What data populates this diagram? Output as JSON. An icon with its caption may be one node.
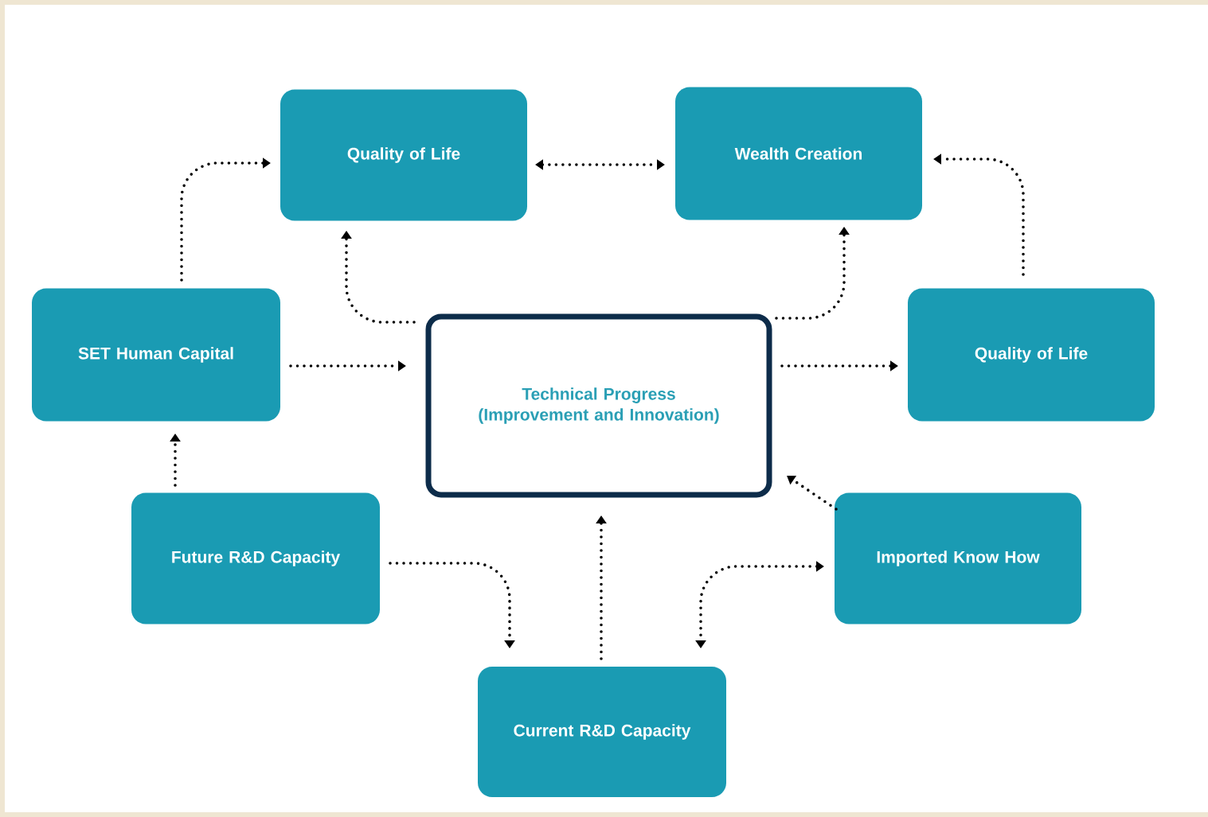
{
  "diagram": {
    "nodes": [
      {
        "text": [
          "Quality of Life"
        ]
      },
      {
        "text": [
          "Wealth Creation"
        ]
      },
      {
        "text": [
          "SET Human Capital"
        ]
      },
      {
        "text": [
          "Technical Progress (Improvement and Innovation)"
        ]
      },
      {
        "text": [
          "Quality of Life"
        ]
      },
      {
        "text": [
          "Future R&D Capacity"
        ]
      },
      {
        "text": [
          "Imported Know How"
        ]
      },
      {
        "text": [
          "Current R&D Capacity"
        ]
      }
    ],
    "edges": [
      {
        "from": 2,
        "to": 0,
        "arrow": "to"
      },
      {
        "from": 0,
        "to": 1,
        "arrow": "both"
      },
      {
        "from": 4,
        "to": 1,
        "arrow": "to"
      },
      {
        "from": 3,
        "to": 0,
        "arrow": "to"
      },
      {
        "from": 3,
        "to": 1,
        "arrow": "to"
      },
      {
        "from": 2,
        "to": 3,
        "arrow": "to"
      },
      {
        "from": 3,
        "to": 4,
        "arrow": "to"
      },
      {
        "from": 5,
        "to": 2,
        "arrow": "to"
      },
      {
        "from": 5,
        "to": 7,
        "arrow": "to"
      },
      {
        "from": 7,
        "to": 3,
        "arrow": "to"
      },
      {
        "from": 6,
        "to": 3,
        "arrow": "to"
      },
      {
        "from": 6,
        "to": 7,
        "arrow": "both"
      }
    ]
  }
}
